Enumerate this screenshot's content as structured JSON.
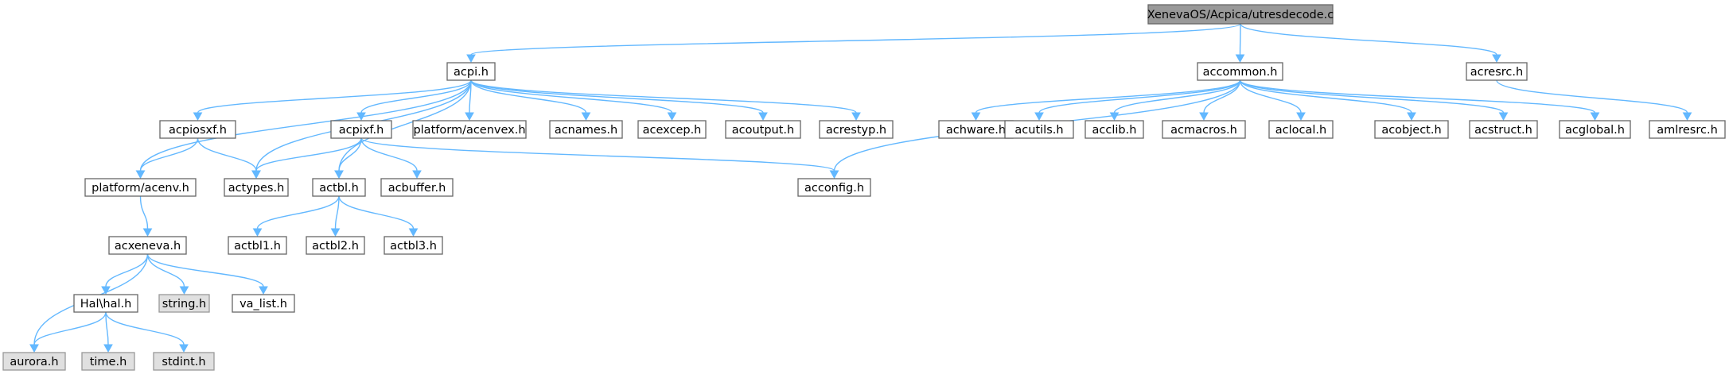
{
  "graph": {
    "root": "XenevaOS/Acpica/utresdecode.c",
    "colors": {
      "edge": "#63b8ff",
      "root_fill": "#999999",
      "root_border": "#666666",
      "node_fill": "#ffffff",
      "node_border": "#666666",
      "external_fill": "#e0e0e0",
      "external_border": "#999999"
    },
    "nodes": [
      {
        "id": "root",
        "label": "XenevaOS/Acpica/utresdecode.c",
        "kind": "root"
      },
      {
        "id": "acpi",
        "label": "acpi.h",
        "kind": "node"
      },
      {
        "id": "accommon",
        "label": "accommon.h",
        "kind": "node"
      },
      {
        "id": "acresrc",
        "label": "acresrc.h",
        "kind": "node"
      },
      {
        "id": "acpiosxf",
        "label": "acpiosxf.h",
        "kind": "node"
      },
      {
        "id": "acpixf",
        "label": "acpixf.h",
        "kind": "node"
      },
      {
        "id": "acenvex",
        "label": "platform/acenvex.h",
        "kind": "node"
      },
      {
        "id": "acnames",
        "label": "acnames.h",
        "kind": "node"
      },
      {
        "id": "acexcep",
        "label": "acexcep.h",
        "kind": "node"
      },
      {
        "id": "acoutput",
        "label": "acoutput.h",
        "kind": "node"
      },
      {
        "id": "acrestyp",
        "label": "acrestyp.h",
        "kind": "node"
      },
      {
        "id": "achware",
        "label": "achware.h",
        "kind": "node"
      },
      {
        "id": "acutils",
        "label": "acutils.h",
        "kind": "node"
      },
      {
        "id": "acclib",
        "label": "acclib.h",
        "kind": "node"
      },
      {
        "id": "acmacros",
        "label": "acmacros.h",
        "kind": "node"
      },
      {
        "id": "aclocal",
        "label": "aclocal.h",
        "kind": "node"
      },
      {
        "id": "acobject",
        "label": "acobject.h",
        "kind": "node"
      },
      {
        "id": "acstruct",
        "label": "acstruct.h",
        "kind": "node"
      },
      {
        "id": "acglobal",
        "label": "acglobal.h",
        "kind": "node"
      },
      {
        "id": "amlresrc",
        "label": "amlresrc.h",
        "kind": "node"
      },
      {
        "id": "acenv",
        "label": "platform/acenv.h",
        "kind": "node"
      },
      {
        "id": "actypes",
        "label": "actypes.h",
        "kind": "node"
      },
      {
        "id": "actbl",
        "label": "actbl.h",
        "kind": "node"
      },
      {
        "id": "acbuffer",
        "label": "acbuffer.h",
        "kind": "node"
      },
      {
        "id": "acconfig",
        "label": "acconfig.h",
        "kind": "node"
      },
      {
        "id": "acxeneva",
        "label": "acxeneva.h",
        "kind": "node"
      },
      {
        "id": "actbl1",
        "label": "actbl1.h",
        "kind": "node"
      },
      {
        "id": "actbl2",
        "label": "actbl2.h",
        "kind": "node"
      },
      {
        "id": "actbl3",
        "label": "actbl3.h",
        "kind": "node"
      },
      {
        "id": "halh",
        "label": "Hal\\hal.h",
        "kind": "node"
      },
      {
        "id": "string",
        "label": "string.h",
        "kind": "external"
      },
      {
        "id": "valist",
        "label": "va_list.h",
        "kind": "node"
      },
      {
        "id": "aurora",
        "label": "aurora.h",
        "kind": "external"
      },
      {
        "id": "time",
        "label": "time.h",
        "kind": "external"
      },
      {
        "id": "stdint",
        "label": "stdint.h",
        "kind": "external"
      }
    ],
    "edges": [
      [
        "root",
        "acpi"
      ],
      [
        "root",
        "accommon"
      ],
      [
        "root",
        "acresrc"
      ],
      [
        "acpi",
        "acpiosxf"
      ],
      [
        "acpi",
        "acpixf"
      ],
      [
        "acpi",
        "acenvex"
      ],
      [
        "acpi",
        "acnames"
      ],
      [
        "acpi",
        "acexcep"
      ],
      [
        "acpi",
        "acoutput"
      ],
      [
        "acpi",
        "acrestyp"
      ],
      [
        "acpi",
        "acenv"
      ],
      [
        "acpi",
        "actypes"
      ],
      [
        "acpi",
        "actbl"
      ],
      [
        "accommon",
        "achware"
      ],
      [
        "accommon",
        "acutils"
      ],
      [
        "accommon",
        "acclib"
      ],
      [
        "accommon",
        "acmacros"
      ],
      [
        "accommon",
        "aclocal"
      ],
      [
        "accommon",
        "acobject"
      ],
      [
        "accommon",
        "acstruct"
      ],
      [
        "accommon",
        "acglobal"
      ],
      [
        "accommon",
        "acconfig"
      ],
      [
        "acresrc",
        "amlresrc"
      ],
      [
        "acpiosxf",
        "acenv"
      ],
      [
        "acpiosxf",
        "actypes"
      ],
      [
        "acpixf",
        "actypes"
      ],
      [
        "acpixf",
        "actbl"
      ],
      [
        "acpixf",
        "acbuffer"
      ],
      [
        "acpixf",
        "acconfig"
      ],
      [
        "acenv",
        "acxeneva"
      ],
      [
        "actbl",
        "actbl1"
      ],
      [
        "actbl",
        "actbl2"
      ],
      [
        "actbl",
        "actbl3"
      ],
      [
        "acxeneva",
        "halh"
      ],
      [
        "acxeneva",
        "string"
      ],
      [
        "acxeneva",
        "valist"
      ],
      [
        "acxeneva",
        "aurora"
      ],
      [
        "halh",
        "aurora"
      ],
      [
        "halh",
        "time"
      ],
      [
        "halh",
        "stdint"
      ]
    ]
  }
}
